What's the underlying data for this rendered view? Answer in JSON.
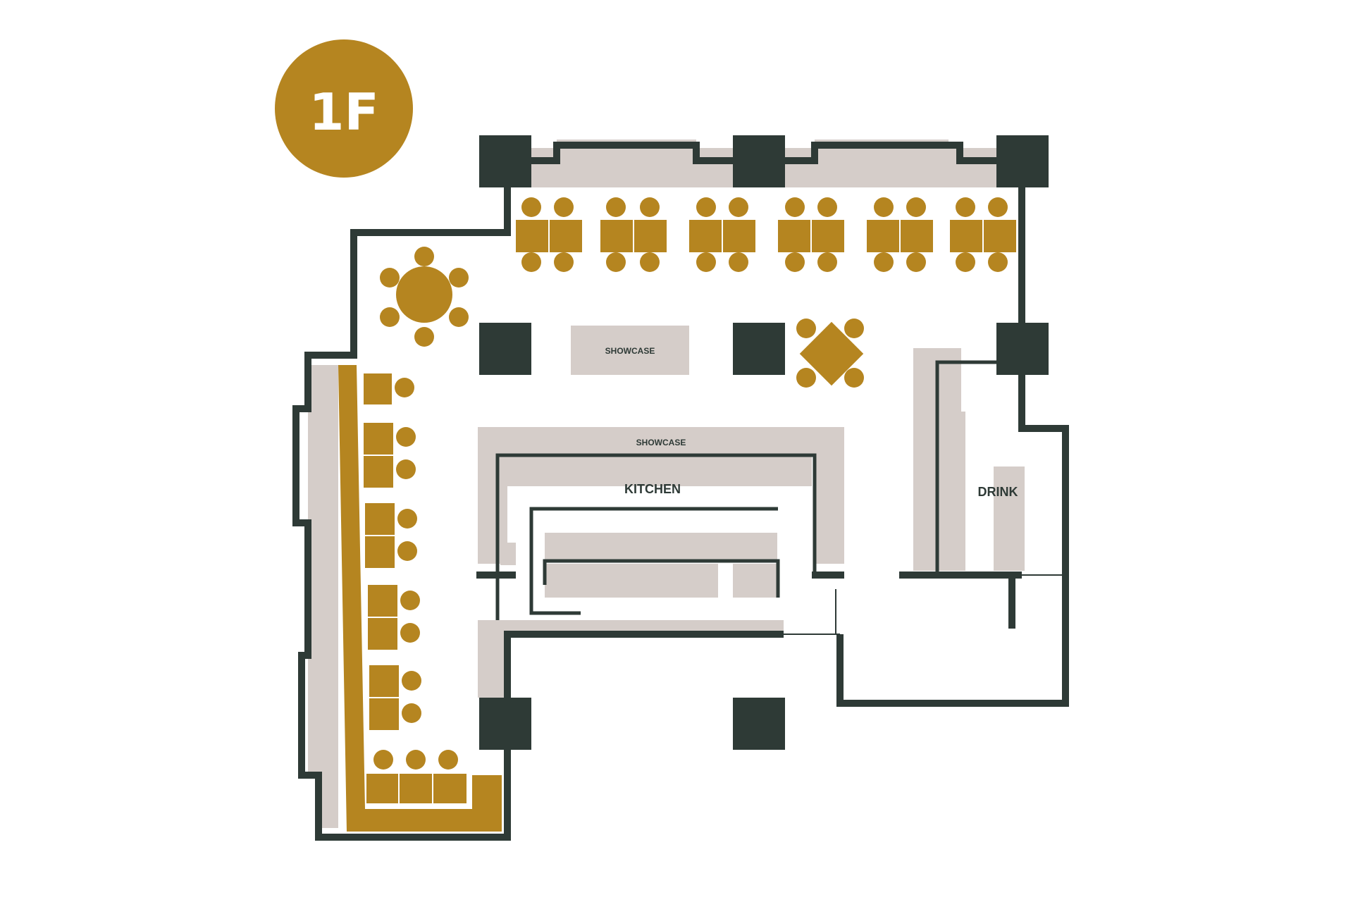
{
  "floor": {
    "label": "1F"
  },
  "areas": {
    "showcase_top": "SHOWCASE",
    "showcase_kitchen": "SHOWCASE",
    "kitchen": "KITCHEN",
    "drink": "DRINK"
  },
  "colors": {
    "wall": "#2e3a36",
    "counter": "#d5cdc9",
    "seating": "#b58520",
    "background": "#ffffff"
  }
}
